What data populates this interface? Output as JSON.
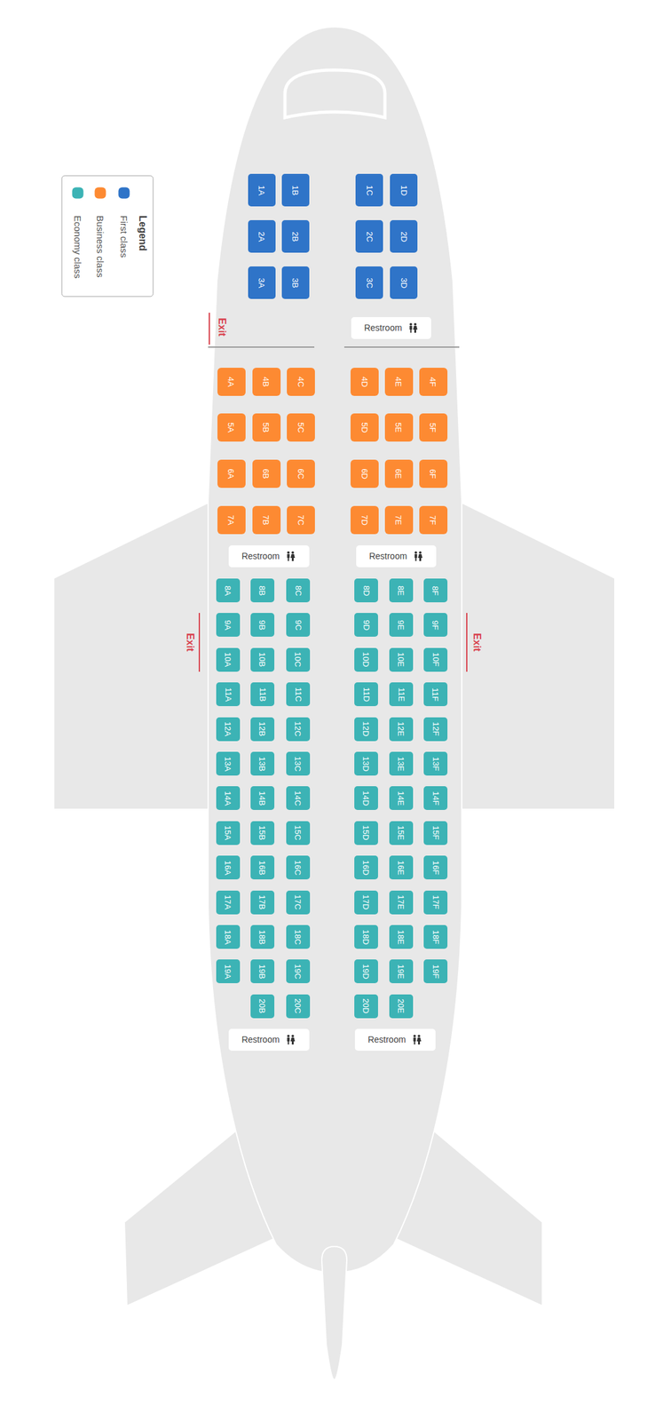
{
  "diagram": {
    "nodes": [
      {
        "text": [
          "1A"
        ]
      },
      {
        "text": [
          "1B"
        ]
      },
      {
        "text": [
          "1C"
        ]
      },
      {
        "text": [
          "1D"
        ]
      },
      {
        "text": [
          "2A"
        ]
      },
      {
        "text": [
          "2B"
        ]
      },
      {
        "text": [
          "2C"
        ]
      },
      {
        "text": [
          "2D"
        ]
      },
      {
        "text": [
          "3A"
        ]
      },
      {
        "text": [
          "3B"
        ]
      },
      {
        "text": [
          "3C"
        ]
      },
      {
        "text": [
          "3D"
        ]
      },
      {
        "text": [
          "Restroom"
        ]
      },
      {
        "text": [
          "4A"
        ]
      },
      {
        "text": [
          "4B"
        ]
      },
      {
        "text": [
          "4C"
        ]
      },
      {
        "text": [
          "4D"
        ]
      },
      {
        "text": [
          "4E"
        ]
      },
      {
        "text": [
          "4F"
        ]
      },
      {
        "text": [
          "5A"
        ]
      },
      {
        "text": [
          "5B"
        ]
      },
      {
        "text": [
          "5C"
        ]
      },
      {
        "text": [
          "5D"
        ]
      },
      {
        "text": [
          "5E"
        ]
      },
      {
        "text": [
          "5F"
        ]
      },
      {
        "text": [
          "6A"
        ]
      },
      {
        "text": [
          "6B"
        ]
      },
      {
        "text": [
          "6C"
        ]
      },
      {
        "text": [
          "6D"
        ]
      },
      {
        "text": [
          "6E"
        ]
      },
      {
        "text": [
          "6F"
        ]
      },
      {
        "text": [
          "7A"
        ]
      },
      {
        "text": [
          "7B"
        ]
      },
      {
        "text": [
          "7C"
        ]
      },
      {
        "text": [
          "7D"
        ]
      },
      {
        "text": [
          "7E"
        ]
      },
      {
        "text": [
          "7F"
        ]
      },
      {
        "text": [
          "Restroom"
        ]
      },
      {
        "text": [
          "Restroom"
        ]
      },
      {
        "text": [
          "8A"
        ]
      },
      {
        "text": [
          "8B"
        ]
      },
      {
        "text": [
          "8C"
        ]
      },
      {
        "text": [
          "8D"
        ]
      },
      {
        "text": [
          "8E"
        ]
      },
      {
        "text": [
          "8F"
        ]
      },
      {
        "text": [
          "9A"
        ]
      },
      {
        "text": [
          "9B"
        ]
      },
      {
        "text": [
          "9C"
        ]
      },
      {
        "text": [
          "9D"
        ]
      },
      {
        "text": [
          "9E"
        ]
      },
      {
        "text": [
          "9F"
        ]
      },
      {
        "text": [
          "10A"
        ]
      },
      {
        "text": [
          "10B"
        ]
      },
      {
        "text": [
          "10C"
        ]
      },
      {
        "text": [
          "10D"
        ]
      },
      {
        "text": [
          "10E"
        ]
      },
      {
        "text": [
          "10F"
        ]
      },
      {
        "text": [
          "11A"
        ]
      },
      {
        "text": [
          "11B"
        ]
      },
      {
        "text": [
          "11C"
        ]
      },
      {
        "text": [
          "11D"
        ]
      },
      {
        "text": [
          "11E"
        ]
      },
      {
        "text": [
          "11F"
        ]
      },
      {
        "text": [
          "12A"
        ]
      },
      {
        "text": [
          "12B"
        ]
      },
      {
        "text": [
          "12C"
        ]
      },
      {
        "text": [
          "12D"
        ]
      },
      {
        "text": [
          "12E"
        ]
      },
      {
        "text": [
          "12F"
        ]
      },
      {
        "text": [
          "13A"
        ]
      },
      {
        "text": [
          "13B"
        ]
      },
      {
        "text": [
          "13C"
        ]
      },
      {
        "text": [
          "13D"
        ]
      },
      {
        "text": [
          "13E"
        ]
      },
      {
        "text": [
          "13F"
        ]
      },
      {
        "text": [
          "14A"
        ]
      },
      {
        "text": [
          "14B"
        ]
      },
      {
        "text": [
          "14C"
        ]
      },
      {
        "text": [
          "14D"
        ]
      },
      {
        "text": [
          "14E"
        ]
      },
      {
        "text": [
          "14F"
        ]
      },
      {
        "text": [
          "15A"
        ]
      },
      {
        "text": [
          "15B"
        ]
      },
      {
        "text": [
          "15C"
        ]
      },
      {
        "text": [
          "15D"
        ]
      },
      {
        "text": [
          "15E"
        ]
      },
      {
        "text": [
          "15F"
        ]
      },
      {
        "text": [
          "16A"
        ]
      },
      {
        "text": [
          "16B"
        ]
      },
      {
        "text": [
          "16C"
        ]
      },
      {
        "text": [
          "16D"
        ]
      },
      {
        "text": [
          "16E"
        ]
      },
      {
        "text": [
          "16F"
        ]
      },
      {
        "text": [
          "17A"
        ]
      },
      {
        "text": [
          "17B"
        ]
      },
      {
        "text": [
          "17C"
        ]
      },
      {
        "text": [
          "17D"
        ]
      },
      {
        "text": [
          "17E"
        ]
      },
      {
        "text": [
          "17F"
        ]
      },
      {
        "text": [
          "18A"
        ]
      },
      {
        "text": [
          "18B"
        ]
      },
      {
        "text": [
          "18C"
        ]
      },
      {
        "text": [
          "18D"
        ]
      },
      {
        "text": [
          "18E"
        ]
      },
      {
        "text": [
          "18F"
        ]
      },
      {
        "text": [
          "19A"
        ]
      },
      {
        "text": [
          "19B"
        ]
      },
      {
        "text": [
          "19C"
        ]
      },
      {
        "text": [
          "19D"
        ]
      },
      {
        "text": [
          "19E"
        ]
      },
      {
        "text": [
          "19F"
        ]
      },
      {
        "text": [
          "20B"
        ]
      },
      {
        "text": [
          "20C"
        ]
      },
      {
        "text": [
          "20D"
        ]
      },
      {
        "text": [
          "20E"
        ]
      },
      {
        "text": [
          "Restroom"
        ]
      },
      {
        "text": [
          "Restroom"
        ]
      }
    ],
    "labels": [
      "Legend",
      "Exit",
      "Exit",
      "Exit"
    ],
    "legend": [
      {
        "text": "First class",
        "color": "#2f74c8"
      },
      {
        "text": "Business class",
        "color": "#fd8a32"
      },
      {
        "text": "Economy class",
        "color": "#3cb3b5"
      }
    ]
  }
}
